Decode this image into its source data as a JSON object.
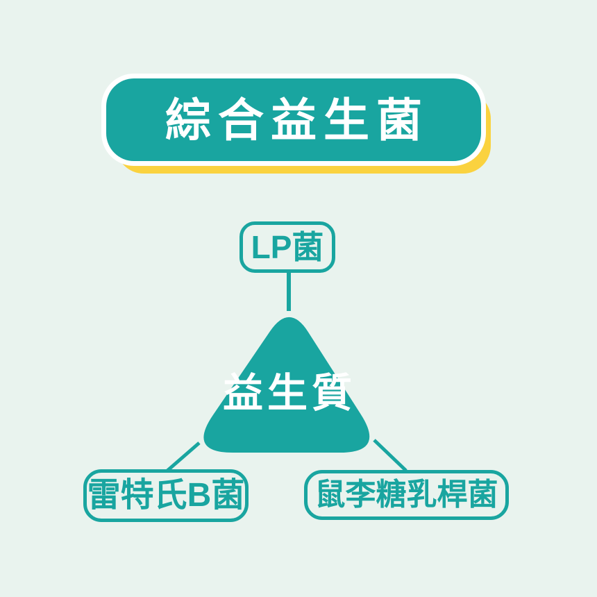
{
  "colors": {
    "teal": "#19A5A0",
    "yellow": "#FAD23F",
    "white": "#FFFFFF",
    "bg": "#E9F3EE"
  },
  "header": {
    "title": "綜合益生菌"
  },
  "diagram": {
    "top_node": {
      "label": "LP菌"
    },
    "center_node": {
      "label": "益生質"
    },
    "bottom_left_node": {
      "label": "雷特氏B菌"
    },
    "bottom_right_node": {
      "label": "鼠李糖乳桿菌"
    }
  }
}
